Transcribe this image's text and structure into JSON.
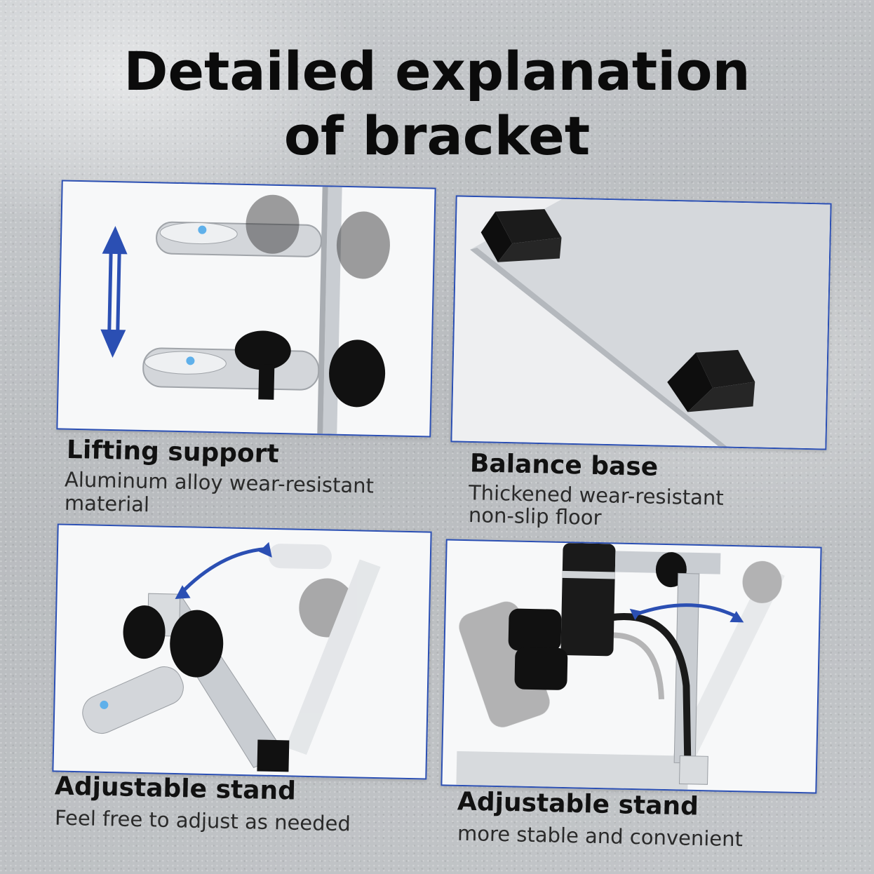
{
  "title": {
    "line1": "Detailed explanation",
    "line2": "of bracket"
  },
  "features": [
    {
      "heading": "Lifting support",
      "desc_line1": "Aluminum alloy wear-resistant",
      "desc_line2": "material"
    },
    {
      "heading": "Balance base",
      "desc_line1": "Thickened wear-resistant",
      "desc_line2": "non-slip floor"
    },
    {
      "heading": "Adjustable stand",
      "desc_line1": "Feel free to adjust as needed"
    },
    {
      "heading": "Adjustable stand",
      "desc_line1": "more stable and convenient"
    }
  ],
  "colors": {
    "panel_border": "#2b4fb3",
    "arrow": "#2b4fb3",
    "metal": "#c9cdd2",
    "knob": "#111111"
  }
}
